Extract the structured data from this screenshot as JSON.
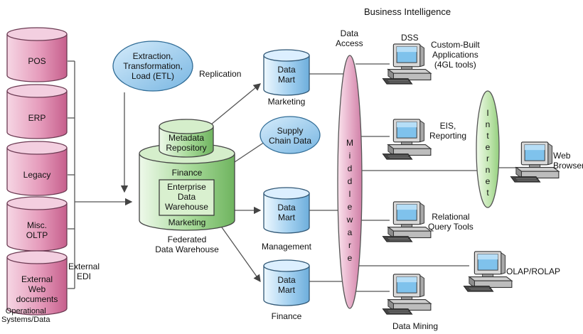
{
  "title": "Business Intelligence",
  "sources": [
    "POS",
    "ERP",
    "Legacy",
    "Misc.\nOLTP",
    "External\nWeb\ndocuments"
  ],
  "sources_caption": "Operational\nSystems/Data",
  "external_edi": "External\nEDI",
  "etl": "Extraction,\nTransformation,\nLoad (ETL)",
  "replication": "Replication",
  "metadata": "Metadata\nRepository",
  "supply_chain": "Supply\nChain Data",
  "warehouse": {
    "top": "Finance",
    "core": "Enterprise\nData\nWarehouse",
    "bottom": "Marketing",
    "caption": "Federated\nData Warehouse"
  },
  "data_marts": [
    {
      "label": "Data\nMart",
      "caption": "Marketing"
    },
    {
      "label": "Data\nMart",
      "caption": "Management"
    },
    {
      "label": "Data\nMart",
      "caption": "Finance"
    }
  ],
  "data_access": "Data\nAccess",
  "middleware": "Middleware",
  "internet": "Internet",
  "clients": [
    {
      "label": "DSS"
    },
    {
      "label": "Custom-Built\nApplications\n(4GL tools)"
    },
    {
      "label": "EIS,\nReporting"
    },
    {
      "label": "Relational\nQuery Tools"
    },
    {
      "label": "OLAP/ROLAP"
    },
    {
      "label": "Data Mining"
    },
    {
      "label": "Web\nBrowser"
    }
  ],
  "colors": {
    "source_fill": "#d87aa0",
    "source_light": "#f6d6e4",
    "blue_fill": "#8fc4e8",
    "blue_light": "#e8f4fc",
    "green_fill": "#86c878",
    "green_light": "#e4f4de",
    "middleware_fill": "#e3a6c3",
    "internet_fill": "#bfe5ad",
    "line": "#555555"
  }
}
